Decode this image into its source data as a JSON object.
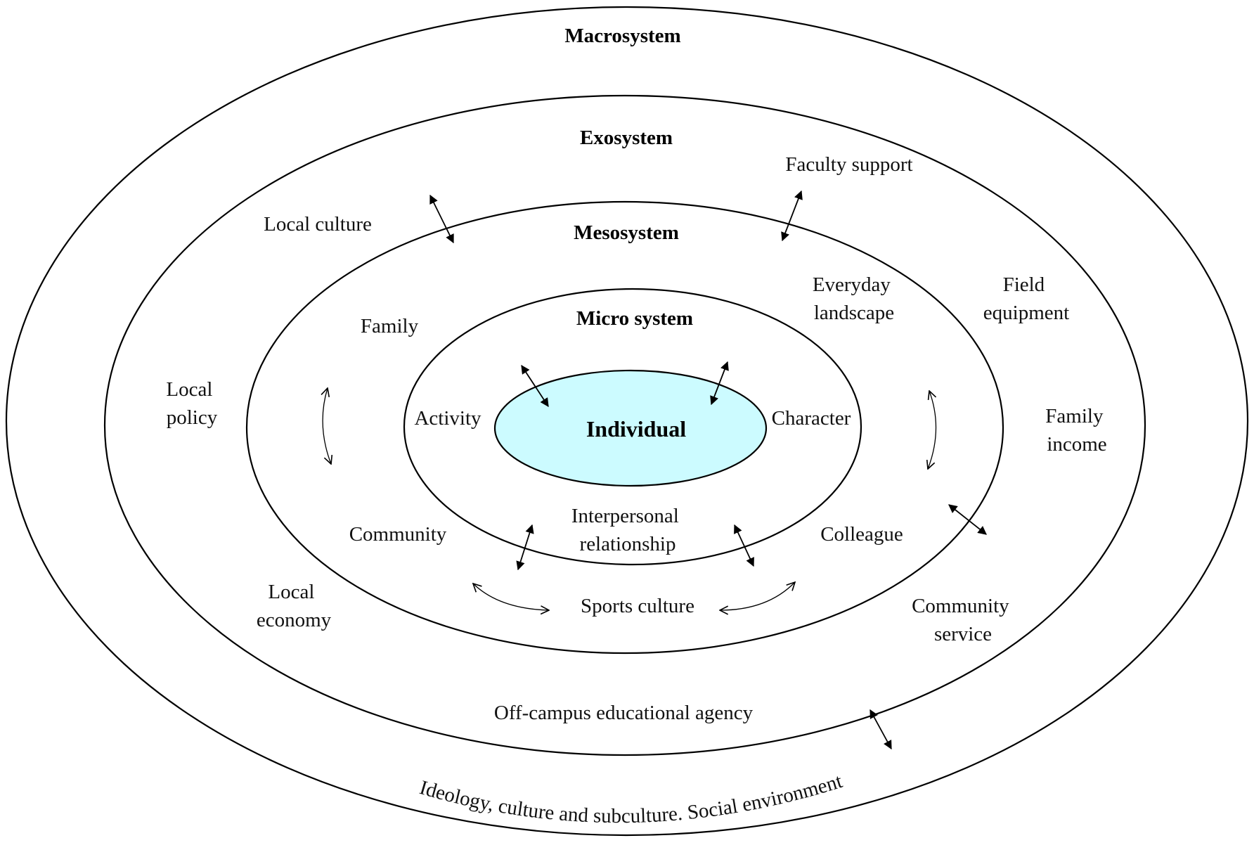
{
  "layers": {
    "macro": {
      "title": "Macrosystem",
      "caption": "Ideology, culture and subculture. Social environment"
    },
    "exo": {
      "title": "Exosystem",
      "items": {
        "faculty_support": "Faculty support",
        "local_culture": "Local culture",
        "field_equipment": [
          "Field",
          "equipment"
        ],
        "local_policy": [
          "Local",
          "policy"
        ],
        "family_income": [
          "Family",
          "income"
        ],
        "local_economy": [
          "Local",
          "economy"
        ],
        "community_service": [
          "Community",
          "service"
        ],
        "off_campus": "Off-campus educational agency"
      }
    },
    "meso": {
      "title": "Mesosystem",
      "items": {
        "everyday_landscape": [
          "Everyday",
          "landscape"
        ],
        "family": "Family",
        "community": "Community",
        "colleague": "Colleague",
        "sports_culture": "Sports culture"
      }
    },
    "micro": {
      "title": "Micro system",
      "items": {
        "activity": "Activity",
        "character": "Character",
        "interpersonal": [
          "Interpersonal",
          "relationship"
        ]
      }
    },
    "core": {
      "title": "Individual",
      "fill": "#ccfbff"
    }
  }
}
